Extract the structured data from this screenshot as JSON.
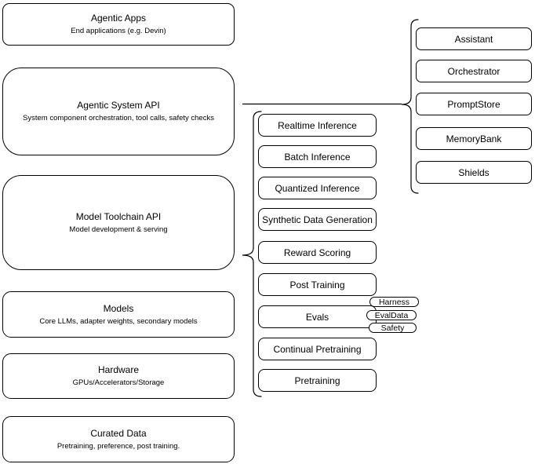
{
  "diagram": {
    "left_stack": [
      {
        "title": "Agentic Apps",
        "subtitle": "End applications (e.g. Devin)"
      },
      {
        "title": "Agentic System API",
        "subtitle": "System component orchestration, tool calls, safety checks"
      },
      {
        "title": "Model Toolchain API",
        "subtitle": "Model development & serving"
      },
      {
        "title": "Models",
        "subtitle": "Core LLMs, adapter weights, secondary models"
      },
      {
        "title": "Hardware",
        "subtitle": "GPUs/Accelerators/Storage"
      },
      {
        "title": "Curated Data",
        "subtitle": "Pretraining, preference, post training."
      }
    ],
    "toolchain_services": [
      "Realtime Inference",
      "Batch Inference",
      "Quantized Inference",
      "Synthetic Data Generation",
      "Reward Scoring",
      "Post Training",
      "Evals",
      "Continual Pretraining",
      "Pretraining"
    ],
    "evals_tags": [
      "Harness",
      "EvalData",
      "Safety"
    ],
    "system_components": [
      "Assistant",
      "Orchestrator",
      "PromptStore",
      "MemoryBank",
      "Shields"
    ],
    "colors": {
      "stroke": "#000000",
      "fill": "#ffffff",
      "text": "#000000"
    }
  }
}
